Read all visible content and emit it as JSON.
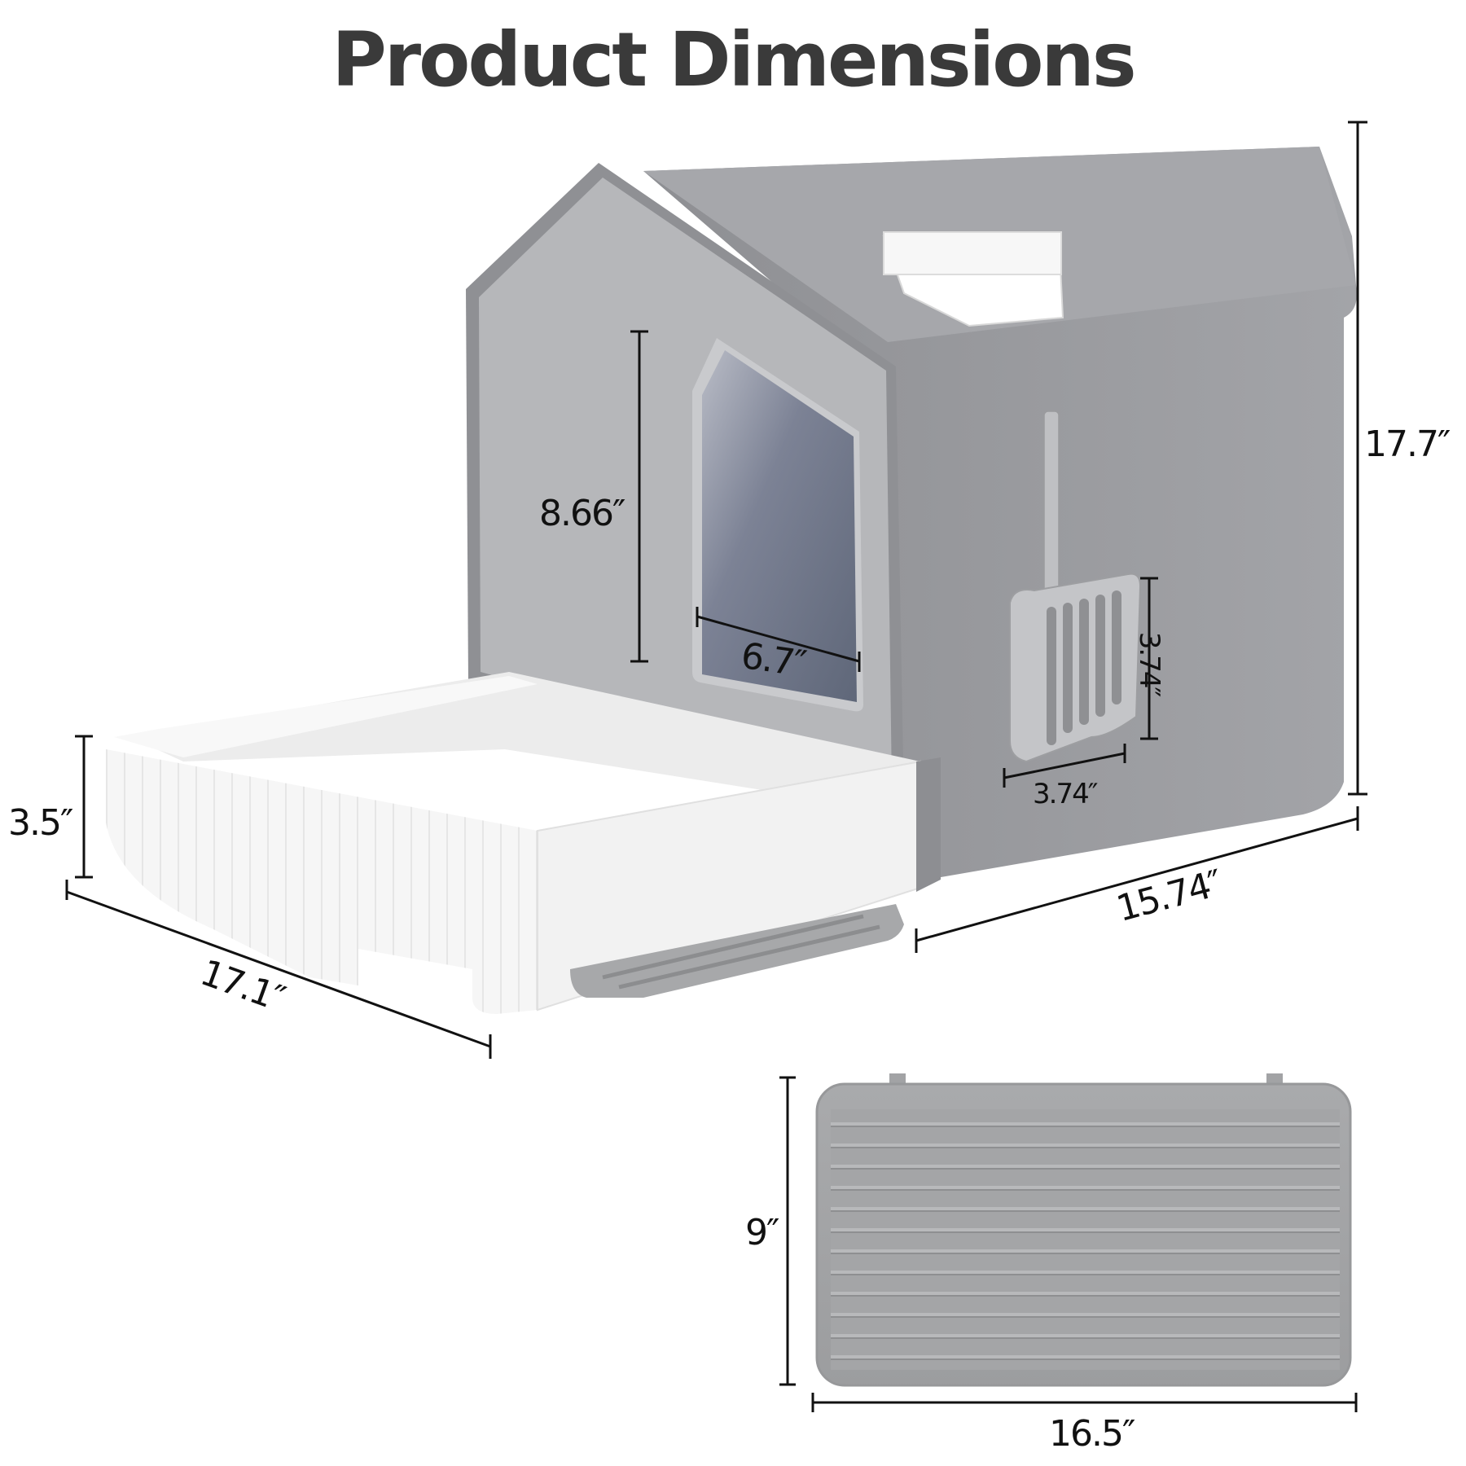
{
  "title": "Product Dimensions",
  "product": "Enclosed cat litter box with pull-out drawer, scoop and litter mat",
  "colors": {
    "housing": "#9a9b9f",
    "front_panel": "#b4b5b8",
    "window": "#6b7284",
    "drawer": "#f4f4f4",
    "mat": "#a5a6a8",
    "title_text": "#3a3a3a",
    "dimension_line": "#111111"
  },
  "dimensions": {
    "total_height": "17.7″",
    "depth": "15.74″",
    "drawer_length": "17.1″",
    "drawer_height": "3.5″",
    "door_height": "8.66″",
    "door_width": "6.7″",
    "scoop_height": "3.74″",
    "scoop_width": "3.74″",
    "mat_height": "9″",
    "mat_width": "16.5″"
  }
}
